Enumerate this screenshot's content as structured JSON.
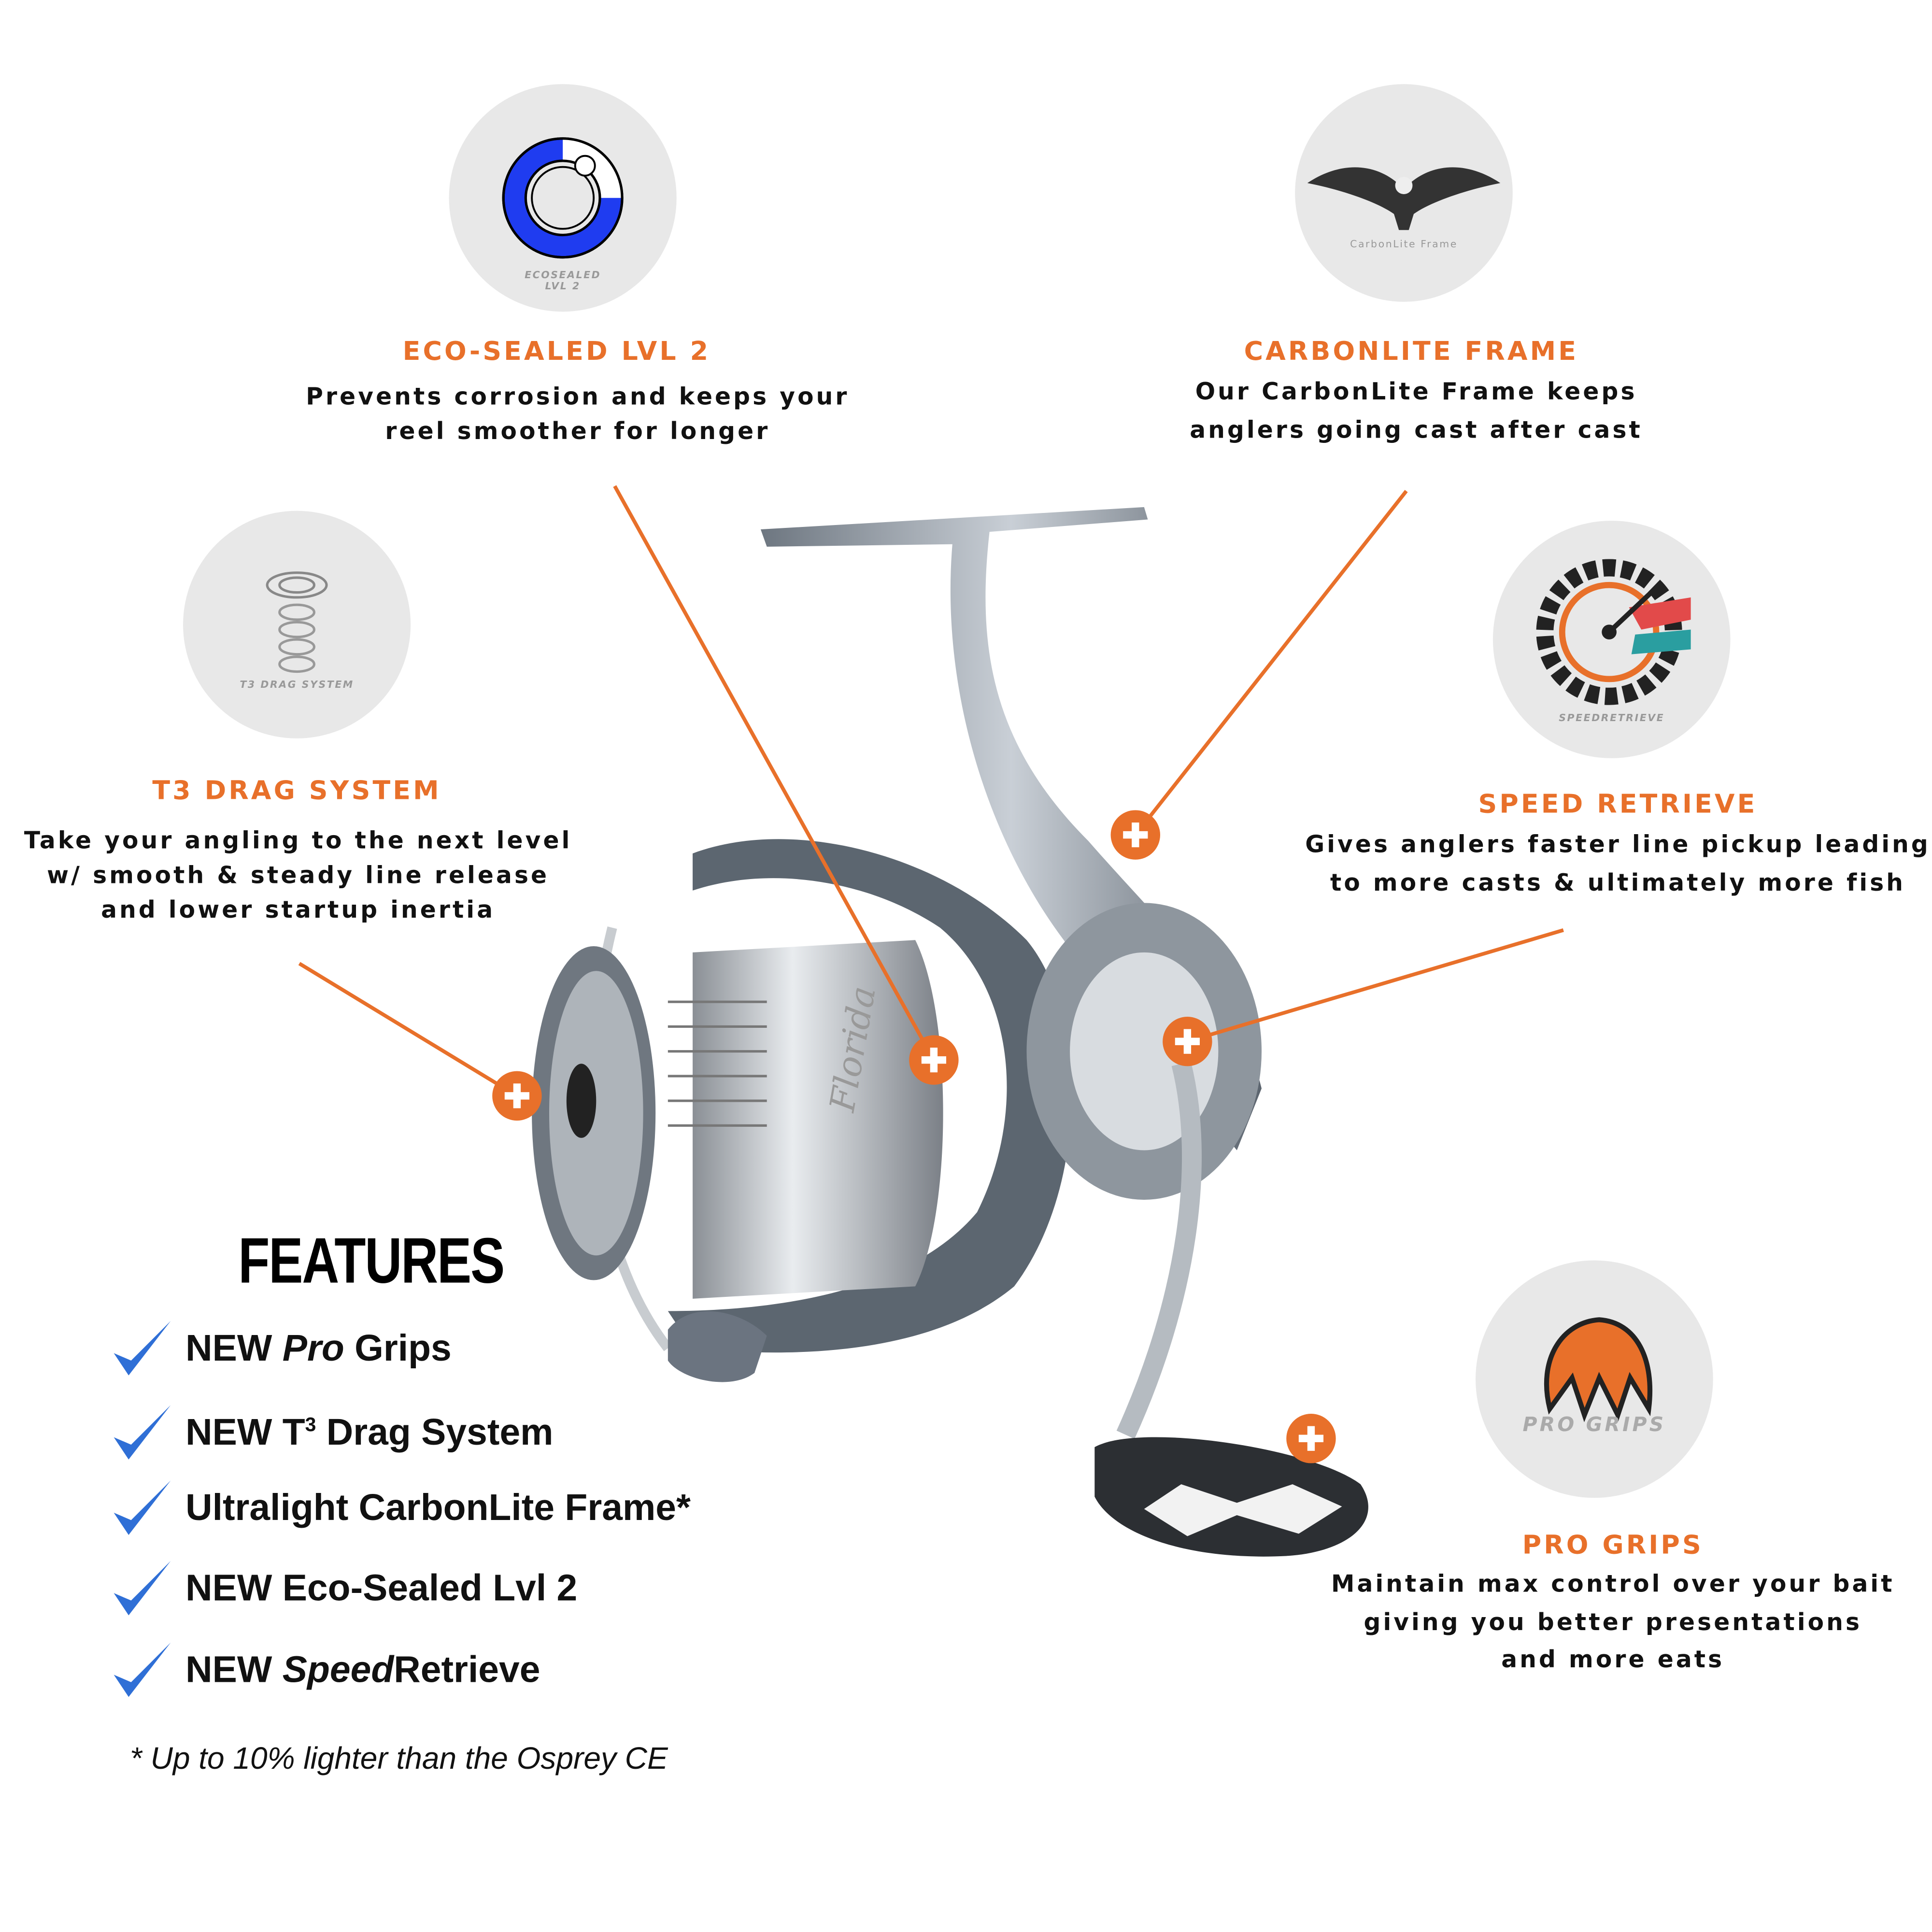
{
  "colors": {
    "accent": "#e8702a",
    "check": "#2f6fd6",
    "bearing_blue": "#1f3cf0",
    "circle_bg": "#e8e8e8"
  },
  "callouts": [
    {
      "id": "eco",
      "title": "ECO-SEALED LVL 2",
      "desc": [
        "Prevents corrosion and keeps your",
        "reel smoother for longer"
      ],
      "logo_text": [
        "ECOSEALED",
        "LVL 2"
      ],
      "icon": "bearing-icon"
    },
    {
      "id": "carbon",
      "title": "CARBONLITE FRAME",
      "desc": [
        "Our CarbonLite Frame keeps",
        "anglers going cast after cast"
      ],
      "logo_text": [
        "CarbonLite Frame"
      ],
      "icon": "osprey-icon"
    },
    {
      "id": "t3",
      "title": "T3 DRAG SYSTEM",
      "desc": [
        "Take your angling to the next level",
        "w/ smooth & steady line release",
        "and lower startup inertia"
      ],
      "logo_text": [
        "T3 DRAG SYSTEM"
      ],
      "icon": "drag-washers-icon"
    },
    {
      "id": "speed",
      "title": "SPEED RETRIEVE",
      "desc": [
        "Gives anglers faster line pickup leading",
        "to more casts & ultimately more fish"
      ],
      "logo_text": [
        "SPEEDRETRIEVE"
      ],
      "icon": "speedometer-gear-icon"
    },
    {
      "id": "grips",
      "title": "PRO GRIPS",
      "desc": [
        "Maintain max control over your bait",
        "giving you better presentations",
        "and more eats"
      ],
      "logo_text": [
        "PRO GRIPS"
      ],
      "icon": "claw-icon"
    }
  ],
  "features": {
    "title": "FEATURES",
    "items": [
      {
        "prefix": "NEW ",
        "italic": "Pro",
        "suffix": " Grips"
      },
      {
        "prefix": "NEW T",
        "sup": "3",
        "suffix": " Drag System"
      },
      {
        "prefix": "Ultralight CarbonLite Frame*"
      },
      {
        "prefix": "NEW Eco-Sealed Lvl 2"
      },
      {
        "prefix": "NEW ",
        "italic": "Speed",
        "suffix": "Retrieve"
      }
    ],
    "footnote": "* Up to 10% lighter than the Osprey CE"
  },
  "product": {
    "reel_brand_text": "Florida"
  }
}
